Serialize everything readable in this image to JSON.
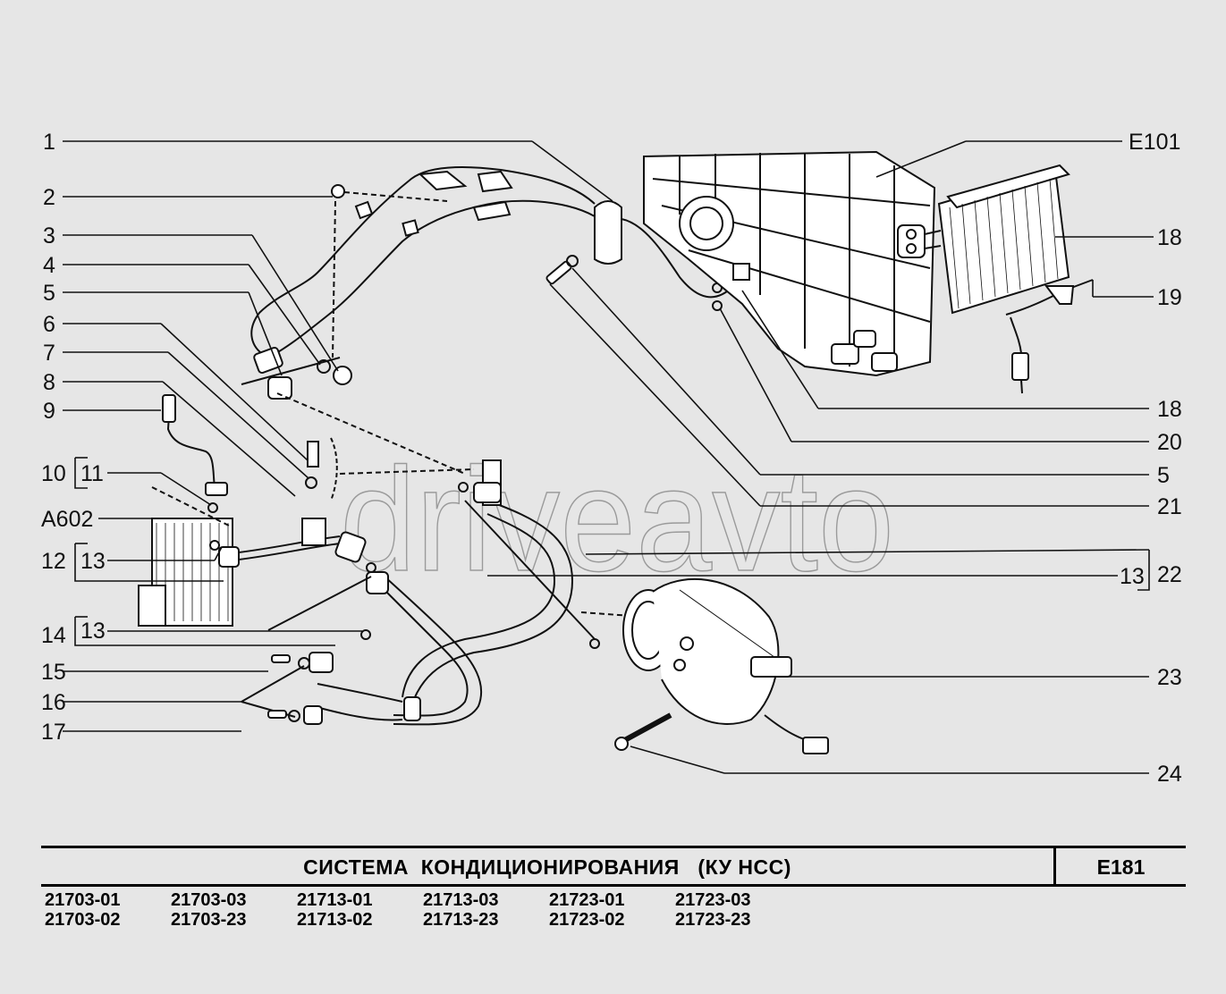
{
  "labels": {
    "l1": "1",
    "l2": "2",
    "l3": "3",
    "l4": "4",
    "l5": "5",
    "l6": "6",
    "l7": "7",
    "l8": "8",
    "l9": "9",
    "l10": "10",
    "l11": "11",
    "la602": "A602",
    "l12": "12",
    "l13a": "13",
    "l14": "14",
    "l13b": "13",
    "l15": "15",
    "l16": "16",
    "l17": "17",
    "re101": "E101",
    "r18a": "18",
    "r19": "19",
    "r18b": "18",
    "r20": "20",
    "r5": "5",
    "r21": "21",
    "r13": "13",
    "r22": "22",
    "r23": "23",
    "r24": "24"
  },
  "watermark": "driveavto",
  "title": {
    "text": "СИСТЕМА  КОНДИЦИОНИРОВАНИЯ   (КУ НСС)",
    "code": "E181"
  },
  "models": [
    "21703-01",
    "21703-02",
    "21703-03",
    "21703-23",
    "21713-01",
    "21713-02",
    "21713-03",
    "21713-23",
    "21723-01",
    "21723-02",
    "21723-03",
    "21723-23"
  ]
}
